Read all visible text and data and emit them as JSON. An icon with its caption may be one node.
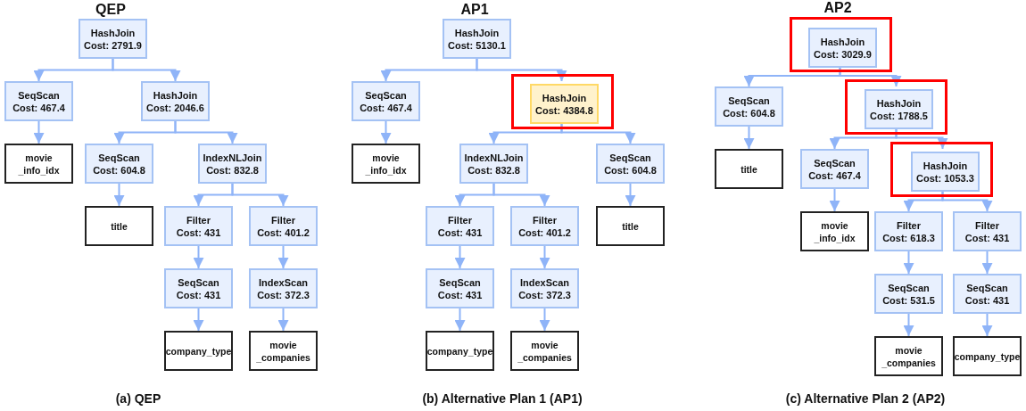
{
  "diagram": {
    "nodes": [
      {
        "text": [
          "HashJoin",
          "Cost: 2791.9"
        ]
      },
      {
        "text": [
          "SeqScan",
          "Cost: 467.4"
        ]
      },
      {
        "text": [
          "movie _info_idx"
        ]
      },
      {
        "text": [
          "HashJoin",
          "Cost: 2046.6"
        ]
      },
      {
        "text": [
          "SeqScan",
          "Cost: 604.8"
        ]
      },
      {
        "text": [
          "title"
        ]
      },
      {
        "text": [
          "IndexNLJoin",
          "Cost: 832.8"
        ]
      },
      {
        "text": [
          "Filter",
          "Cost: 431"
        ]
      },
      {
        "text": [
          "SeqScan",
          "Cost: 431"
        ]
      },
      {
        "text": [
          "company_type"
        ]
      },
      {
        "text": [
          "Filter",
          "Cost: 401.2"
        ]
      },
      {
        "text": [
          "IndexScan",
          "Cost: 372.3"
        ]
      },
      {
        "text": [
          "movie _companies"
        ]
      },
      {
        "text": [
          "HashJoin",
          "Cost: 5130.1"
        ]
      },
      {
        "text": [
          "SeqScan",
          "Cost: 467.4"
        ]
      },
      {
        "text": [
          "movie _info_idx"
        ]
      },
      {
        "text": [],
        "shape": "box"
      },
      {
        "text": [
          "HashJoin",
          "Cost: 4384.8"
        ],
        "in": 16
      },
      {
        "text": [
          "IndexNLJoin",
          "Cost: 832.8"
        ]
      },
      {
        "text": [
          "Filter",
          "Cost: 431"
        ]
      },
      {
        "text": [
          "SeqScan",
          "Cost: 431"
        ]
      },
      {
        "text": [
          "company_type"
        ]
      },
      {
        "text": [
          "Filter",
          "Cost: 401.2"
        ]
      },
      {
        "text": [
          "IndexScan",
          "Cost: 372.3"
        ]
      },
      {
        "text": [
          "movie _companies"
        ]
      },
      {
        "text": [
          "SeqScan",
          "Cost: 604.8"
        ]
      },
      {
        "text": [
          "title"
        ]
      },
      {
        "text": [],
        "shape": "box"
      },
      {
        "text": [
          "HashJoin",
          "Cost: 3029.9"
        ],
        "in": 27
      },
      {
        "text": [
          "SeqScan",
          "Cost: 604.8"
        ]
      },
      {
        "text": [
          "title"
        ]
      },
      {
        "text": [],
        "shape": "box"
      },
      {
        "text": [
          "HashJoin",
          "Cost: 1788.5"
        ],
        "in": 31
      },
      {
        "text": [
          "SeqScan",
          "Cost: 467.4"
        ]
      },
      {
        "text": [
          "movie _info_idx"
        ]
      },
      {
        "text": [],
        "shape": "box"
      },
      {
        "text": [
          "HashJoin",
          "Cost: 1053.3"
        ],
        "in": 35
      },
      {
        "text": [
          "Filter",
          "Cost: 618.3"
        ]
      },
      {
        "text": [
          "SeqScan",
          "Cost: 531.5"
        ]
      },
      {
        "text": [
          "movie _companies"
        ]
      },
      {
        "text": [
          "Filter",
          "Cost: 431"
        ]
      },
      {
        "text": [
          "SeqScan",
          "Cost: 431"
        ]
      },
      {
        "text": [
          "company_type"
        ]
      }
    ],
    "edges": [
      {
        "from": 0,
        "to": 1,
        "arrow": "to"
      },
      {
        "from": 0,
        "to": 3,
        "arrow": "to"
      },
      {
        "from": 1,
        "to": 2,
        "arrow": "to"
      },
      {
        "from": 3,
        "to": 4,
        "arrow": "to"
      },
      {
        "from": 3,
        "to": 6,
        "arrow": "to"
      },
      {
        "from": 4,
        "to": 5,
        "arrow": "to"
      },
      {
        "from": 6,
        "to": 7,
        "arrow": "to"
      },
      {
        "from": 6,
        "to": 10,
        "arrow": "to"
      },
      {
        "from": 7,
        "to": 8,
        "arrow": "to"
      },
      {
        "from": 8,
        "to": 9,
        "arrow": "to"
      },
      {
        "from": 10,
        "to": 11,
        "arrow": "to"
      },
      {
        "from": 11,
        "to": 12,
        "arrow": "to"
      },
      {
        "from": 13,
        "to": 14,
        "arrow": "to"
      },
      {
        "from": 13,
        "to": 17,
        "arrow": "to"
      },
      {
        "from": 14,
        "to": 15,
        "arrow": "to"
      },
      {
        "from": 17,
        "to": 18,
        "arrow": "to"
      },
      {
        "from": 17,
        "to": 25,
        "arrow": "to"
      },
      {
        "from": 18,
        "to": 19,
        "arrow": "to"
      },
      {
        "from": 18,
        "to": 22,
        "arrow": "to"
      },
      {
        "from": 19,
        "to": 20,
        "arrow": "to"
      },
      {
        "from": 20,
        "to": 21,
        "arrow": "to"
      },
      {
        "from": 22,
        "to": 23,
        "arrow": "to"
      },
      {
        "from": 23,
        "to": 24,
        "arrow": "to"
      },
      {
        "from": 25,
        "to": 26,
        "arrow": "to"
      },
      {
        "from": 28,
        "to": 29,
        "arrow": "to"
      },
      {
        "from": 28,
        "to": 32,
        "arrow": "to"
      },
      {
        "from": 29,
        "to": 30,
        "arrow": "to"
      },
      {
        "from": 32,
        "to": 33,
        "arrow": "to"
      },
      {
        "from": 32,
        "to": 36,
        "arrow": "to"
      },
      {
        "from": 33,
        "to": 34,
        "arrow": "to"
      },
      {
        "from": 36,
        "to": 37,
        "arrow": "to"
      },
      {
        "from": 36,
        "to": 40,
        "arrow": "to"
      },
      {
        "from": 37,
        "to": 38,
        "arrow": "to"
      },
      {
        "from": 38,
        "to": 39,
        "arrow": "to"
      },
      {
        "from": 40,
        "to": 41,
        "arrow": "to"
      },
      {
        "from": 41,
        "to": 42,
        "arrow": "to"
      }
    ],
    "labels": [
      "QEP",
      "AP1",
      "AP2",
      "(a) QEP",
      "(b) Alternative Plan 1 (AP1)",
      "(c) Alternative Plan 2 (AP2)"
    ]
  }
}
